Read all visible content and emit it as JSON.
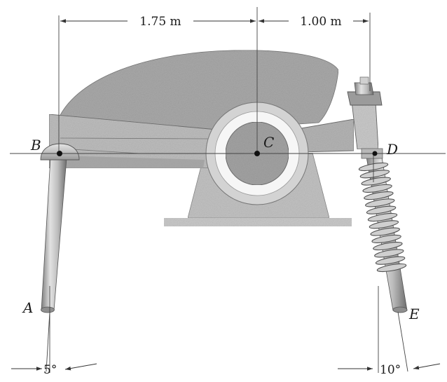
{
  "dimensions": {
    "bc": "1.75 m",
    "cd": "1.00 m"
  },
  "points": {
    "a": "A",
    "b": "B",
    "c": "C",
    "d": "D",
    "e": "E"
  },
  "angles": {
    "left": "5°",
    "right": "10°"
  },
  "colors": {
    "stipple": "#a9a9a9",
    "frame": "#c4c4c4",
    "metal": "#b5b5b5",
    "ink": "#1a1a1a"
  }
}
